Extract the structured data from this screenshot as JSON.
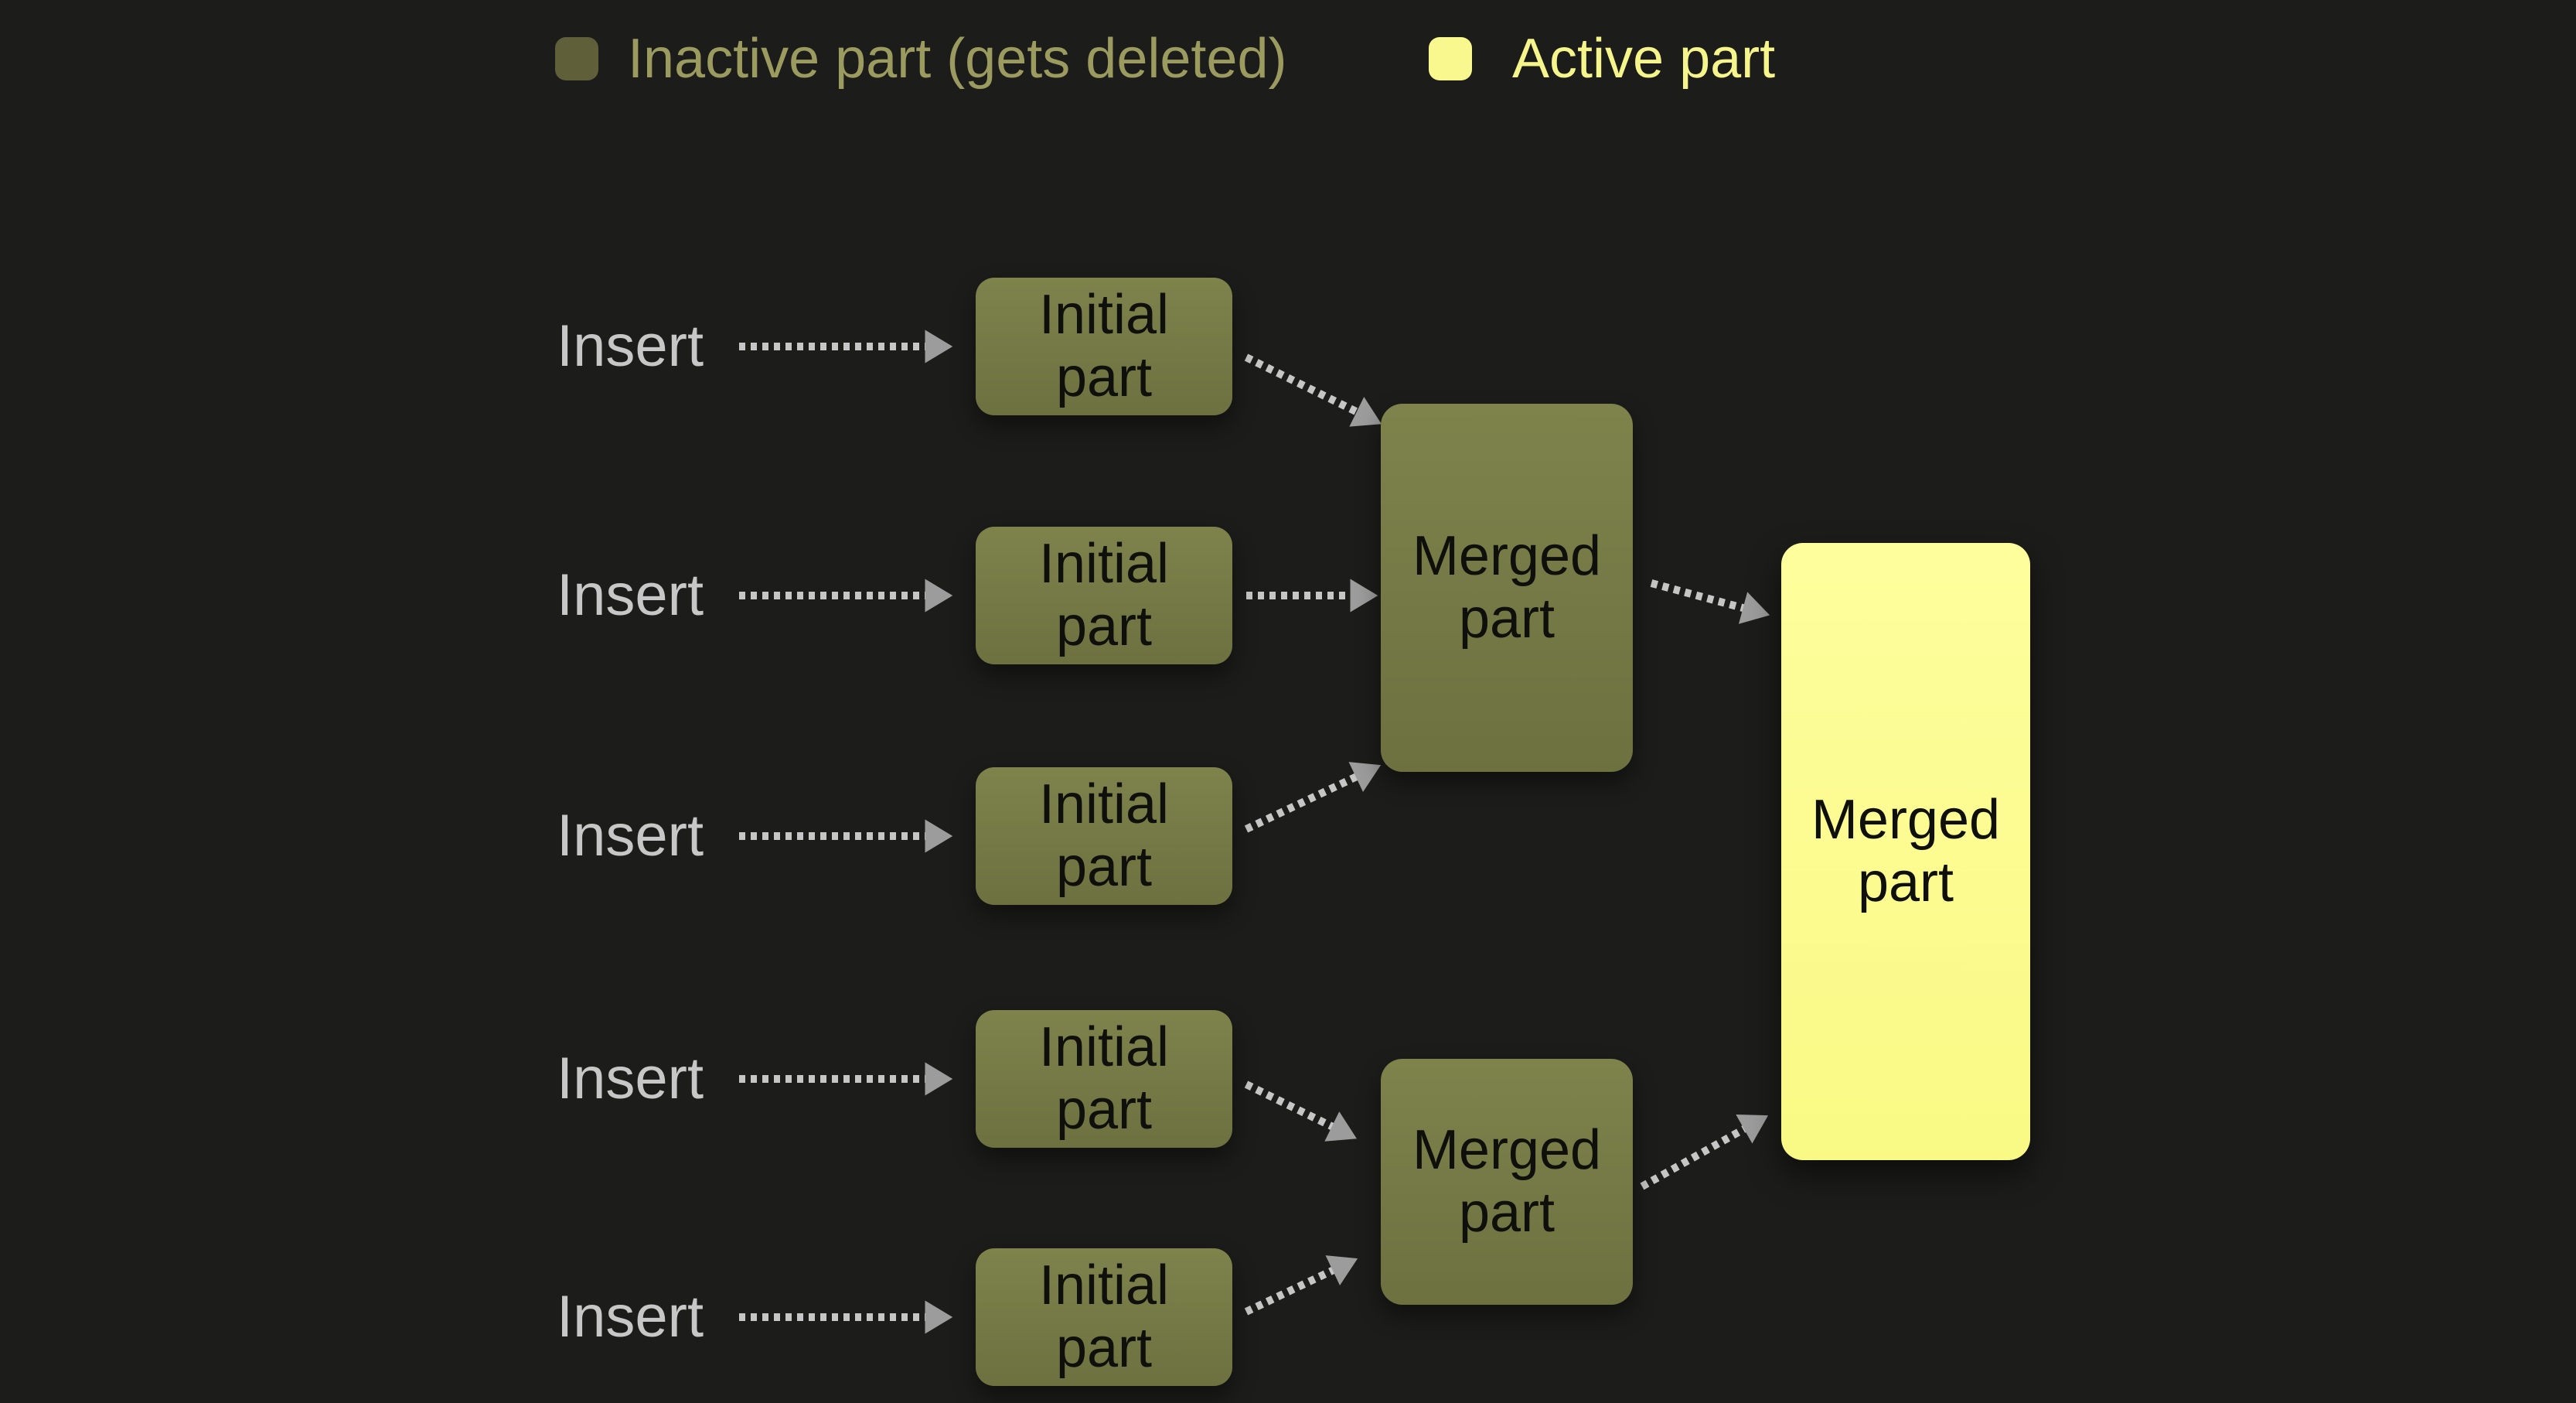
{
  "legend": {
    "inactive": {
      "label": "Inactive part (gets deleted)"
    },
    "active": {
      "label": "Active part"
    }
  },
  "nodes": {
    "inserts": [
      {
        "label": "Insert"
      },
      {
        "label": "Insert"
      },
      {
        "label": "Insert"
      },
      {
        "label": "Insert"
      },
      {
        "label": "Insert"
      }
    ],
    "initial_parts": [
      {
        "label": "Initial part",
        "state": "inactive"
      },
      {
        "label": "Initial part",
        "state": "inactive"
      },
      {
        "label": "Initial part",
        "state": "inactive"
      },
      {
        "label": "Initial part",
        "state": "inactive"
      },
      {
        "label": "Initial part",
        "state": "inactive"
      }
    ],
    "merged_parts": [
      {
        "label": "Merged part",
        "state": "inactive"
      },
      {
        "label": "Merged part",
        "state": "inactive"
      }
    ],
    "final_part": {
      "label": "Merged part",
      "state": "active"
    }
  },
  "colors": {
    "background": "#1c1c1a",
    "inactive_box_top": "#7e824b",
    "inactive_box_bottom": "#6d7140",
    "active_box_top": "#fefe9d",
    "active_box_bottom": "#f9f985",
    "box_text": "#0f0f0b",
    "insert_text": "#c7c7c7",
    "arrow_dash": "#c6c6c6",
    "arrow_head": "#9c9c9c",
    "legend_inactive_swatch": "#5f5f39",
    "legend_inactive_text": "#9b9b60",
    "legend_active_swatch": "#f8f88e",
    "legend_active_text": "#f5f58b"
  }
}
